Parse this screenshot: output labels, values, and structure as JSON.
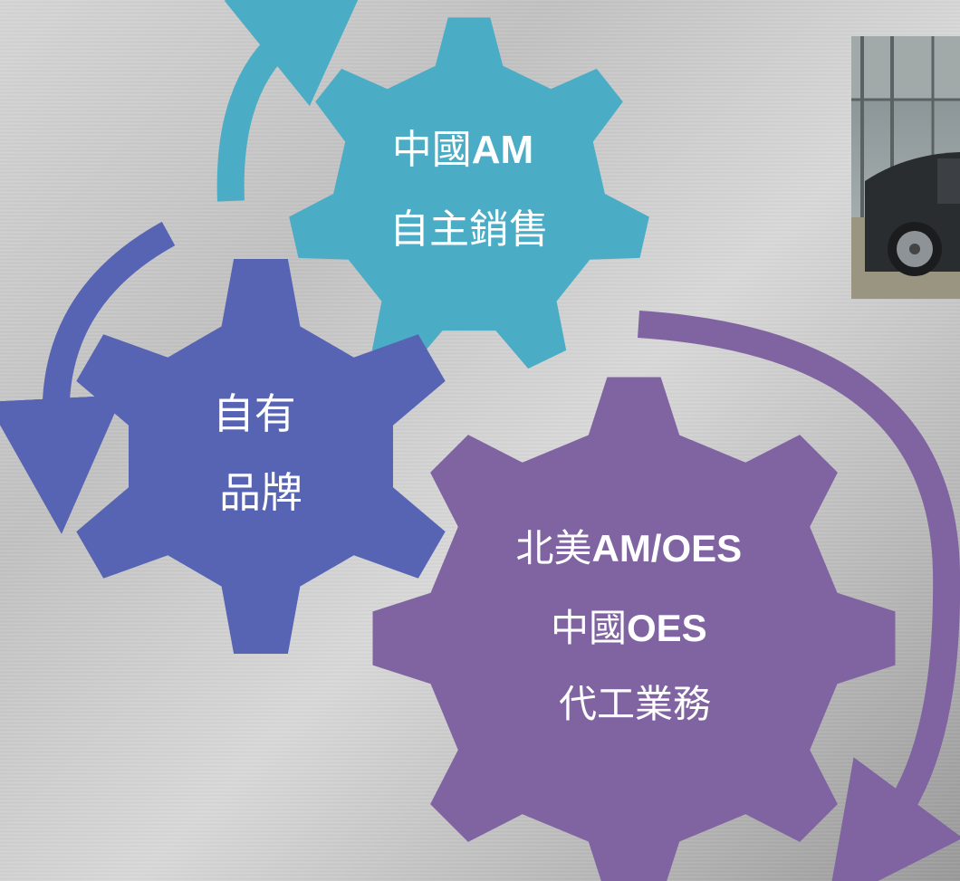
{
  "gears": [
    {
      "id": "china-am",
      "color": "#4bacc6",
      "lines": [
        [
          {
            "text": "中國",
            "bold": false
          },
          {
            "text": "AM",
            "bold": true
          }
        ],
        [
          {
            "text": "自主銷售",
            "bold": false
          }
        ]
      ]
    },
    {
      "id": "own-brand",
      "color": "#5664b3",
      "lines": [
        [
          {
            "text": "自有",
            "bold": false
          }
        ],
        [
          {
            "text": "品牌",
            "bold": false
          }
        ]
      ]
    },
    {
      "id": "oem",
      "color": "#8064a2",
      "lines": [
        [
          {
            "text": "北美",
            "bold": false
          },
          {
            "text": "AM/OES",
            "bold": true
          }
        ],
        [
          {
            "text": "中國",
            "bold": false
          },
          {
            "text": "OES",
            "bold": true
          }
        ],
        [
          {
            "text": "代工業務",
            "bold": false
          }
        ]
      ]
    }
  ],
  "arrows": [
    {
      "id": "teal-arrow",
      "color": "#4bacc6"
    },
    {
      "id": "blue-arrow",
      "color": "#5664b3"
    },
    {
      "id": "purple-arrow",
      "color": "#8064a2"
    }
  ],
  "photo": {
    "icon": "pickup-truck-photo"
  }
}
